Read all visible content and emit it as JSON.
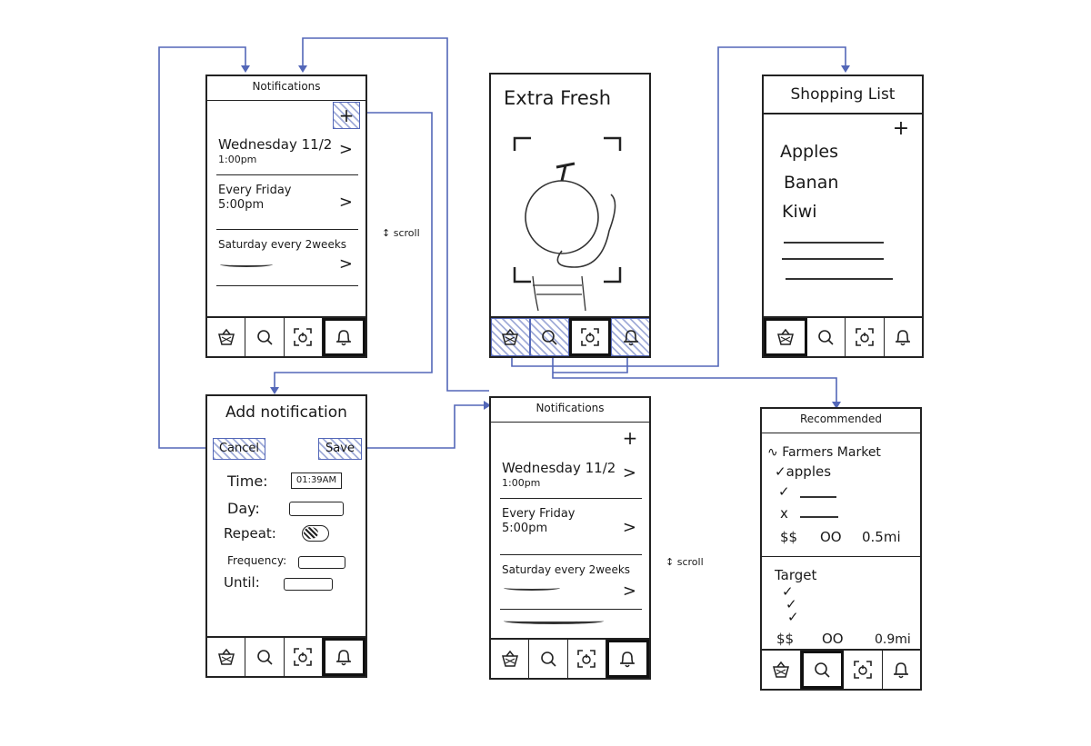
{
  "colors": {
    "sketch": "#1a1a1a",
    "flow": "#5367b8"
  },
  "tab_icons": [
    "basket-icon",
    "search-icon",
    "scan-icon",
    "bell-icon"
  ],
  "notifications_screen": {
    "title": "Notifications",
    "add_label": "+",
    "items": [
      {
        "title": "Wednesday 11/2",
        "sub": "1:00pm"
      },
      {
        "title": "Every Friday",
        "sub": "5:00pm"
      },
      {
        "title": "Saturday every 2weeks",
        "sub": ""
      }
    ],
    "scroll_note": "scroll",
    "chevron": ">"
  },
  "scan_screen": {
    "title": "Extra Fresh"
  },
  "shopping_screen": {
    "title": "Shopping List",
    "add_label": "+",
    "items": [
      "Apples",
      "Banan",
      "Kiwi"
    ]
  },
  "add_screen": {
    "title": "Add notification",
    "cancel_label": "Cancel",
    "save_label": "Save",
    "fields": {
      "time_label": "Time:",
      "time_value": "01:39AM",
      "day_label": "Day:",
      "repeat_label": "Repeat:",
      "frequency_label": "Frequency:",
      "until_label": "Until:"
    }
  },
  "notifications_screen_2": {
    "title": "Notifications",
    "add_label": "+",
    "items": [
      {
        "title": "Wednesday 11/2",
        "sub": "1:00pm"
      },
      {
        "title": "Every Friday",
        "sub": "5:00pm"
      },
      {
        "title": "Saturday every 2weeks",
        "sub": ""
      }
    ],
    "scroll_note": "scroll",
    "chevron": ">"
  },
  "recommended_screen": {
    "title": "Recommended",
    "store1_name": "Farmers Market",
    "store1_item": "apples",
    "store1_price": "$$",
    "store1_rating": "OO",
    "store1_distance": "0.5mi",
    "store2_name": "Target",
    "store2_price": "$$",
    "store2_rating": "OO",
    "store2_distance": "0.9mi",
    "check": "✓",
    "cross": "x"
  }
}
